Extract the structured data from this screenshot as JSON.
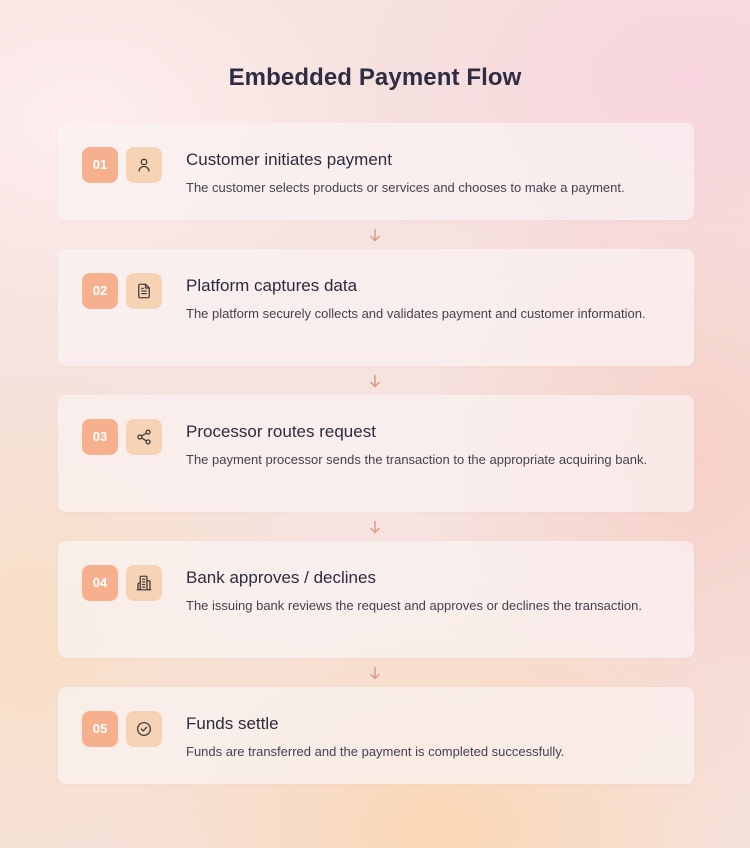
{
  "title": "Embedded Payment Flow",
  "colors": {
    "number_badge": "#f6b08e",
    "icon_badge": "#f7d3b6",
    "icon_stroke": "#4a3f3f",
    "arrow": "#d99a86",
    "title_text": "#2f2d44"
  },
  "steps": [
    {
      "number": "01",
      "icon": "user-icon",
      "title": "Customer initiates payment",
      "description": "The customer selects products or services and chooses to make a payment."
    },
    {
      "number": "02",
      "icon": "document-icon",
      "title": "Platform captures data",
      "description": "The platform securely collects and validates payment and customer information."
    },
    {
      "number": "03",
      "icon": "share-icon",
      "title": "Processor routes request",
      "description": "The payment processor sends the transaction to the appropriate acquiring bank."
    },
    {
      "number": "04",
      "icon": "bank-building-icon",
      "title": "Bank approves / declines",
      "description": "The issuing bank reviews the request and approves or declines the transaction."
    },
    {
      "number": "05",
      "icon": "check-circle-icon",
      "title": "Funds settle",
      "description": "Funds are transferred and the payment is completed successfully."
    }
  ]
}
